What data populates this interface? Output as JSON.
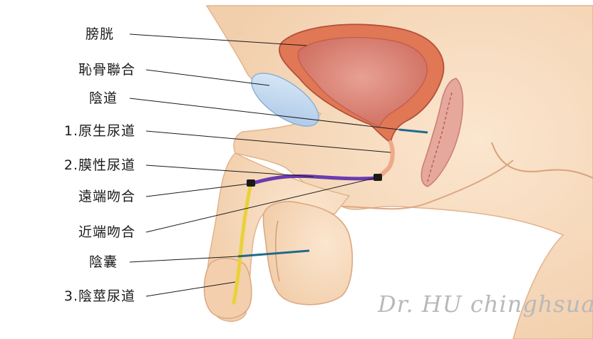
{
  "labels": [
    "膀胱",
    "恥骨聯合",
    "陰道",
    "1.原生尿道",
    "2.膜性尿道",
    "遠端吻合",
    "近端吻合",
    "陰囊",
    "3.陰莖尿道"
  ],
  "signature": "Dr. HU chinghsuan",
  "colors": {
    "skin": "#f6d9bb",
    "skin_shadow": "#e7b793",
    "bladder_wall": "#e07755",
    "bladder_inner": "#d98676",
    "symphysis": "#c8def3",
    "vaginal_canal": "#e6a79c",
    "native_urethra": "#f0a88a",
    "membranous_graft": "#6a3bb0",
    "penile_urethra": "#e9d23a",
    "pointer_line": "#1a1a1a",
    "section_marker": "#1e6b8a"
  }
}
